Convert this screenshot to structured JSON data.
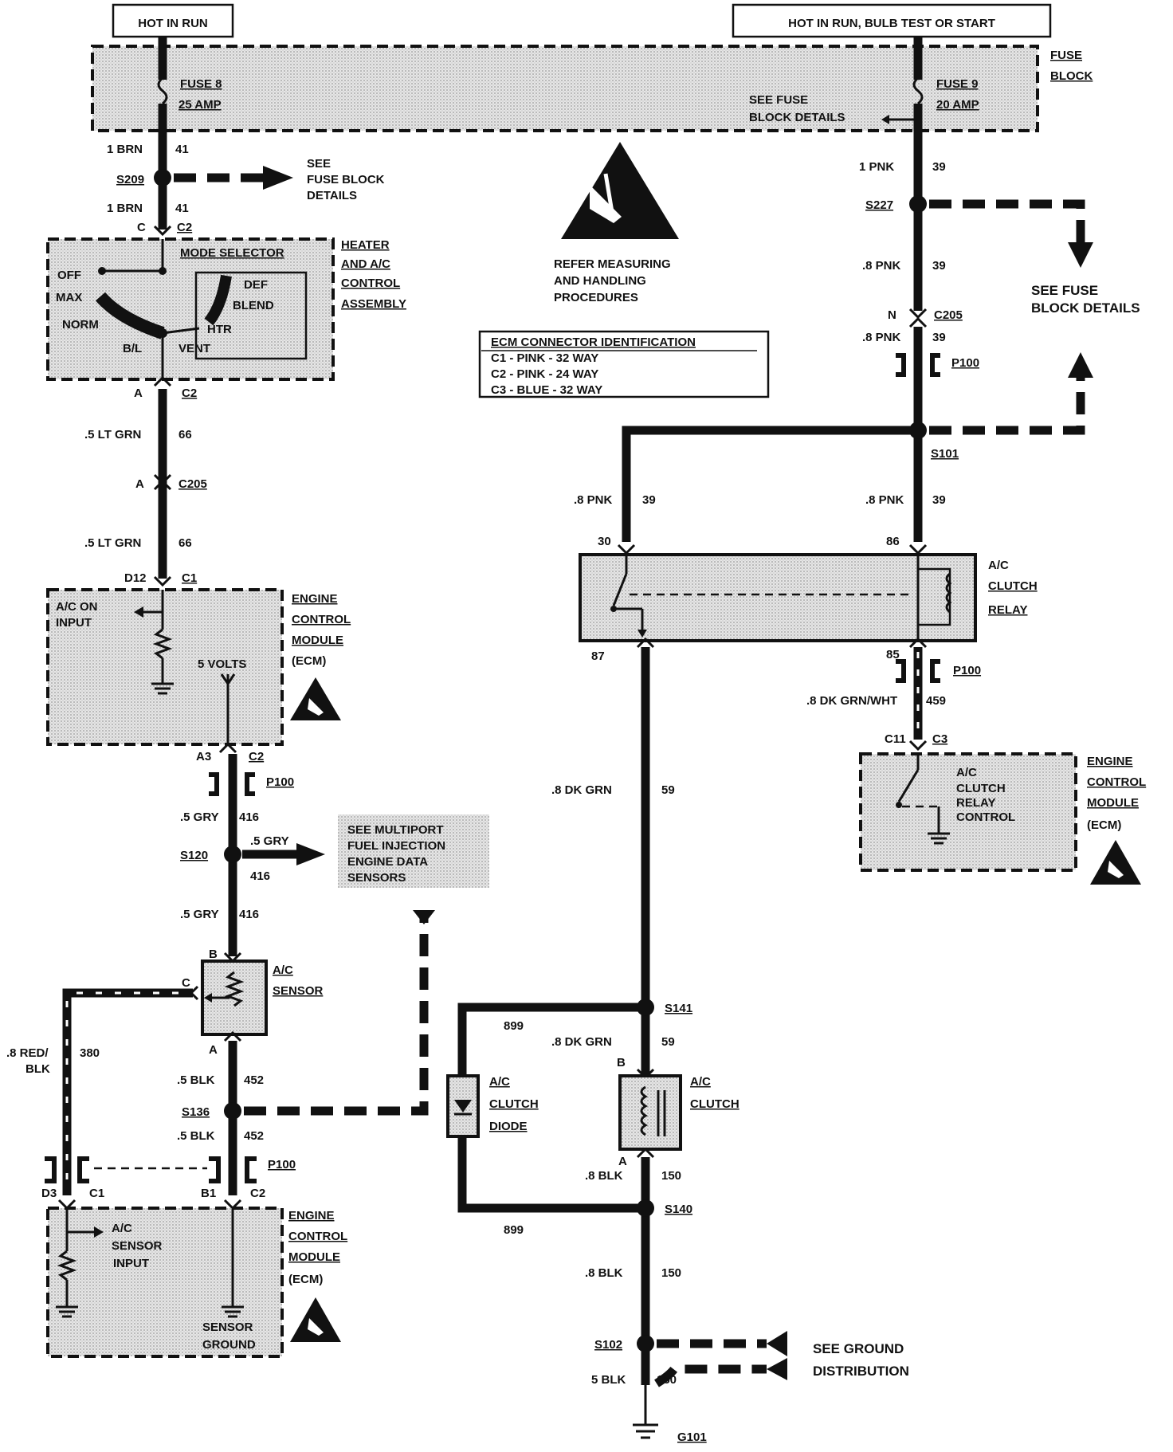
{
  "top_boxes": {
    "left": "HOT IN RUN",
    "right": "HOT IN RUN, BULB TEST OR START"
  },
  "fuse_block": {
    "title_1": "FUSE",
    "title_2": "BLOCK",
    "fuse8_name": "FUSE  8",
    "fuse8_rating": "25 AMP",
    "fuse9_name": "FUSE  9",
    "fuse9_rating": "20 AMP",
    "see_details_1": "SEE FUSE",
    "see_details_2": "BLOCK DETAILS"
  },
  "esd": {
    "line1": "REFER MEASURING",
    "line2": "AND HANDLING",
    "line3": "PROCEDURES"
  },
  "ecm_id": {
    "title": "ECM CONNECTOR IDENTIFICATION",
    "c1": "C1  -  PINK  -  32 WAY",
    "c2": "C2  -  PINK  -  24 WAY",
    "c3": "C3  -  BLUE  -  32 WAY"
  },
  "left_circuit": {
    "w41a_color": "1 BRN",
    "w41a_num": "41",
    "s209": "S209",
    "see_fb_1": "SEE",
    "see_fb_2": "FUSE BLOCK",
    "see_fb_3": "DETAILS",
    "w41b_color": "1 BRN",
    "w41b_num": "41",
    "c2_pin_c": "C",
    "c2_conn": "C2",
    "mode_selector": "MODE SELECTOR",
    "heater_1": "HEATER",
    "heater_2": "AND A/C",
    "heater_3": "CONTROL",
    "heater_4": "ASSEMBLY",
    "pos_off": "OFF",
    "pos_max": "MAX",
    "pos_norm": "NORM",
    "pos_bl": "B/L",
    "pos_vent": "VENT",
    "pos_htr": "HTR",
    "pos_blend": "BLEND",
    "pos_def": "DEF",
    "c2_pin_a": "A",
    "c2_conn_b": "C2",
    "w66a_color": ".5 LT GRN",
    "w66a_num": "66",
    "c205_pin": "A",
    "c205": "C205",
    "w66b_color": ".5 LT GRN",
    "w66b_num": "66",
    "d12": "D12",
    "c1": "C1",
    "ecm1_1": "ENGINE",
    "ecm1_2": "CONTROL",
    "ecm1_3": "MODULE",
    "ecm1_4": "(ECM)",
    "ac_on_1": "A/C ON",
    "ac_on_2": "INPUT",
    "five_volts": "5 VOLTS",
    "a3": "A3",
    "c2_b": "C2",
    "p100": "P100",
    "w416a_color": ".5 GRY",
    "w416a_num": "416",
    "s120": "S120",
    "w416_branch_color": ".5 GRY",
    "w416_branch_num": "416",
    "see_mpfi_1": "SEE MULTIPORT",
    "see_mpfi_2": "FUEL INJECTION",
    "see_mpfi_3": "ENGINE DATA",
    "see_mpfi_4": "SENSORS",
    "w416b_color": ".5 GRY",
    "w416b_num": "416",
    "sensor_b": "B",
    "sensor_c": "C",
    "sensor_a": "A",
    "sensor_1": "A/C",
    "sensor_2": "SENSOR",
    "w380_color_1": ".8 RED/",
    "w380_color_2": "BLK",
    "w380_num": "380",
    "w452a_color": ".5 BLK",
    "w452a_num": "452",
    "s136": "S136",
    "w452b_color": ".5 BLK",
    "w452b_num": "452",
    "p100_b": "P100",
    "d3": "D3",
    "c1_b": "C1",
    "b1": "B1",
    "c2_c": "C2",
    "ecm2_1": "ENGINE",
    "ecm2_2": "CONTROL",
    "ecm2_3": "MODULE",
    "ecm2_4": "(ECM)",
    "sensor_in_1": "A/C",
    "sensor_in_2": "SENSOR",
    "sensor_in_3": "INPUT",
    "sensor_gnd_1": "SENSOR",
    "sensor_gnd_2": "GROUND"
  },
  "right_circuit": {
    "w39a_color": "1 PNK",
    "w39a_num": "39",
    "s227": "S227",
    "see_fb_1": "SEE FUSE",
    "see_fb_2": "BLOCK DETAILS",
    "w39b_color": ".8 PNK",
    "w39b_num": "39",
    "c205_pin": "N",
    "c205": "C205",
    "w39c_color": ".8 PNK",
    "w39c_num": "39",
    "p100": "P100",
    "s101": "S101",
    "w39d_color": ".8 PNK",
    "w39d_num": "39",
    "w39e_color": ".8 PNK",
    "w39e_num": "39",
    "pin30": "30",
    "pin86": "86",
    "pin87": "87",
    "pin85": "85",
    "relay_1": "A/C",
    "relay_2": "CLUTCH",
    "relay_3": "RELAY",
    "p100_b": "P100",
    "w459_color": ".8 DK GRN/WHT",
    "w459_num": "459",
    "c11": "C11",
    "c3": "C3",
    "ecm3_1": "ENGINE",
    "ecm3_2": "CONTROL",
    "ecm3_3": "MODULE",
    "ecm3_4": "(ECM)",
    "relay_ctl_1": "A/C",
    "relay_ctl_2": "CLUTCH",
    "relay_ctl_3": "RELAY",
    "relay_ctl_4": "CONTROL",
    "w59a_color": ".8 DK GRN",
    "w59a_num": "59",
    "s141": "S141",
    "w899a": "899",
    "w59b_color": ".8 DK GRN",
    "w59b_num": "59",
    "clutch_b": "B",
    "clutch_a": "A",
    "clutch_1": "A/C",
    "clutch_2": "CLUTCH",
    "diode_1": "A/C",
    "diode_2": "CLUTCH",
    "diode_3": "DIODE",
    "w150a_color": ".8 BLK",
    "w150a_num": "150",
    "s140": "S140",
    "w899b": "899",
    "w150b_color": ".8 BLK",
    "w150b_num": "150",
    "s102": "S102",
    "see_gnd_1": "SEE GROUND",
    "see_gnd_2": "DISTRIBUTION",
    "w150c_color": "5 BLK",
    "w150c_num": "150",
    "g101": "G101"
  }
}
